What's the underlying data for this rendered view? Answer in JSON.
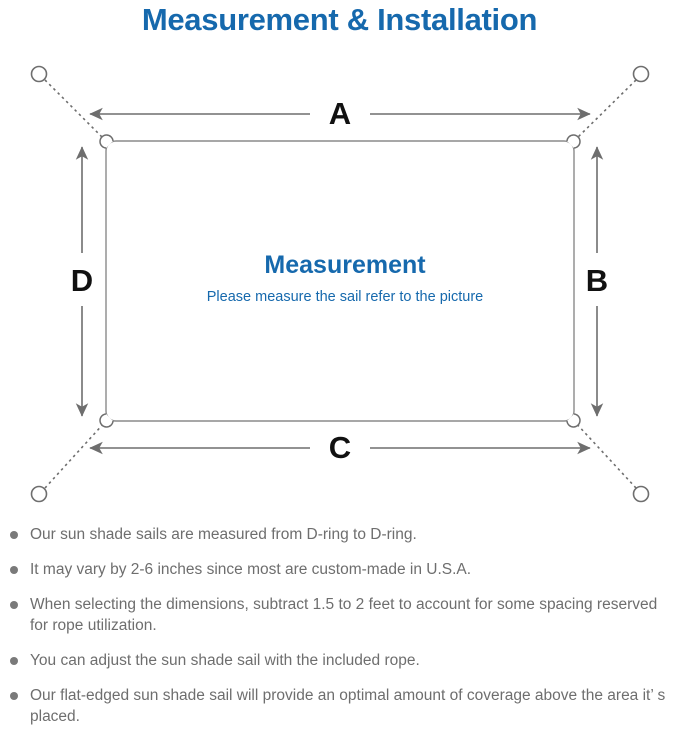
{
  "title": "Measurement & Installation",
  "diagram": {
    "center_heading": "Measurement",
    "center_subtext": "Please measure the sail refer to the picture",
    "labels": {
      "top": "A",
      "right": "B",
      "bottom": "C",
      "left": "D"
    },
    "colors": {
      "accent_blue": "#1669ad",
      "line_gray": "#6e6e6e",
      "sail_outline": "#8a8a8a",
      "label_black": "#111111",
      "text_gray": "#6e6e6e"
    },
    "elements": {
      "anchor_point": "anchor-circle",
      "d_ring": "d-ring",
      "rope": "dotted-rope-line",
      "dimension_arrow": "double-headed-arrow"
    }
  },
  "notes": [
    "Our sun shade sails are measured from D-ring to D-ring.",
    "It may vary by 2-6 inches since most are custom-made in U.S.A.",
    "When selecting the dimensions, subtract 1.5 to 2 feet to account for some spacing reserved for rope utilization.",
    "You can adjust the sun shade sail with the included rope.",
    "Our flat-edged sun shade sail will provide an optimal amount of coverage above the area it’ s placed."
  ]
}
